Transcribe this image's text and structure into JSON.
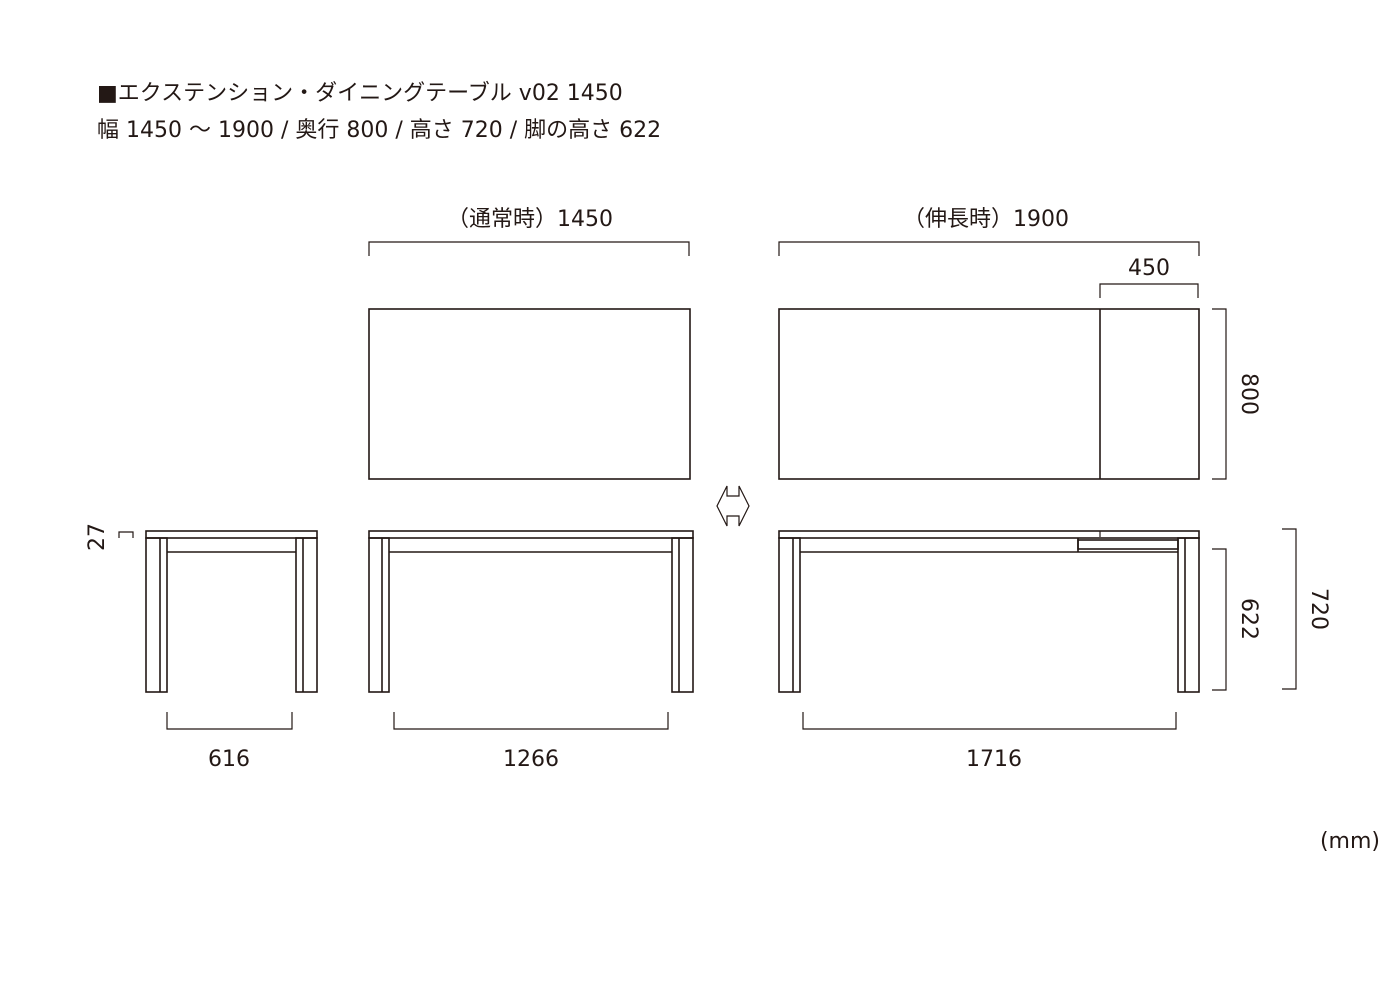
{
  "header": {
    "title": "■エクステンション・ダイニングテーブル v02 1450",
    "subtitle": "幅 1450 〜 1900 / 奥行 800 / 高さ 720 / 脚の高さ 622"
  },
  "top_views": {
    "normal_label": "（通常時）1450",
    "extended_label": "（伸長時）1900",
    "extension_width": "450",
    "depth": "800"
  },
  "side_views": {
    "top_thickness": "27",
    "end_leg_span": "616",
    "normal_leg_span": "1266",
    "extended_leg_span": "1716",
    "leg_height": "622",
    "total_height": "720"
  },
  "unit": "(mm)",
  "icons": {
    "between_views": "extend-arrows-icon"
  }
}
